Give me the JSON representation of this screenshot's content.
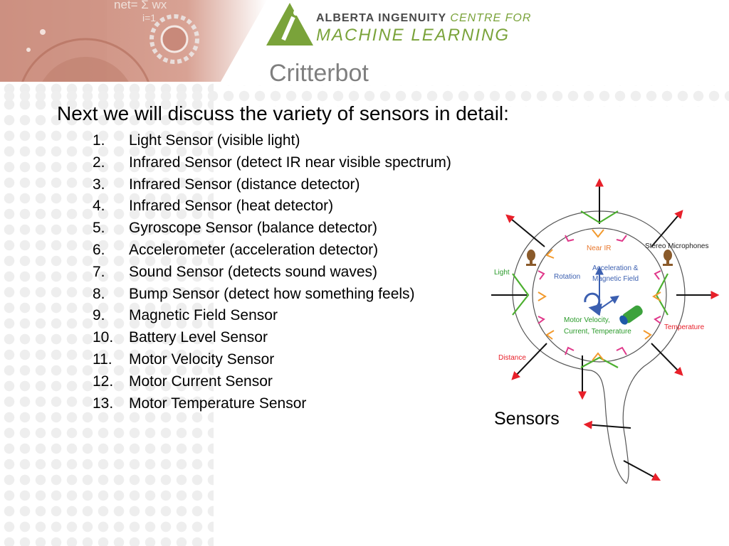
{
  "header": {
    "banner_text_top": "net= Σ wx",
    "banner_text_mid": "i=1"
  },
  "logo": {
    "line1_main": "ALBERTA INGENUITY",
    "line1_accent": "CENTRE FOR",
    "line2": "MACHINE LEARNING"
  },
  "slide": {
    "title": "Critterbot",
    "heading": "Next we will discuss the variety of sensors in detail:",
    "items": [
      {
        "num": "1.",
        "text": "Light Sensor (visible light)"
      },
      {
        "num": "2.",
        "text": "Infrared Sensor (detect IR near visible spectrum)"
      },
      {
        "num": "3.",
        "text": "Infrared Sensor (distance detector)"
      },
      {
        "num": "4.",
        "text": "Infrared Sensor (heat detector)"
      },
      {
        "num": "5.",
        "text": "Gyroscope Sensor (balance detector)"
      },
      {
        "num": "6.",
        "text": "Accelerometer (acceleration detector)"
      },
      {
        "num": "7.",
        "text": "Sound Sensor (detects sound waves)"
      },
      {
        "num": "8.",
        "text": "Bump Sensor (detect how something feels)"
      },
      {
        "num": "9.",
        "text": "Magnetic Field Sensor"
      },
      {
        "num": "10.",
        "text": "Battery Level Sensor"
      },
      {
        "num": "11.",
        "text": "Motor Velocity Sensor"
      },
      {
        "num": "12.",
        "text": "Motor Current Sensor"
      },
      {
        "num": "13.",
        "text": "Motor Temperature Sensor"
      }
    ]
  },
  "diagram": {
    "near_ir": "Near IR",
    "stereo_mic": "Stereo Microphones",
    "light": "Light",
    "rotation": "Rotation",
    "accel_line1": "Acceleration &",
    "accel_line2": "Magnetic Field",
    "motor_line1": "Motor Velocity,",
    "motor_line2": "Current, Temperature",
    "temperature": "Temperature",
    "distance": "Distance",
    "caption": "Sensors"
  },
  "colors": {
    "logo_green": "#7aa33a",
    "arrow_red": "#e8202a",
    "bump_green": "#4caf2f",
    "light_orange": "#f29a2e",
    "nearir_pink": "#e0388a",
    "text_blue": "#3b5fb0"
  }
}
